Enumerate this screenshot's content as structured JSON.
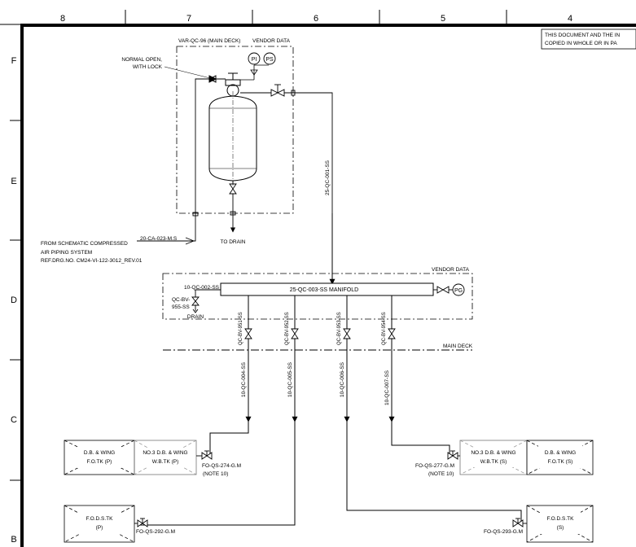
{
  "border": {
    "columns": [
      "8",
      "7",
      "6",
      "5",
      "4"
    ],
    "rows": [
      "F",
      "E",
      "D",
      "C",
      "B"
    ]
  },
  "title_note": {
    "line1": "THIS DOCUMENT AND THE IN",
    "line2": "COPIED IN WHOLE OR IN PA"
  },
  "receiver": {
    "tag": "VAR-QC-96 (MAIN DECK)",
    "vendor_label": "VENDOR DATA",
    "pi": "PI",
    "ps": "PS",
    "valve_note_line1": "NORMAL OPEN,",
    "valve_note_line2": "WITH LOCK",
    "drain_label": "TO DRAIN"
  },
  "supply": {
    "line1": "FROM SCHEMATIC COMPRESSED",
    "line2": "AIR PIPING SYSTEM",
    "line3": "REF.DRG.NO. CM24-VI-122-3012_REV.01",
    "pipe_tag": "20-CA-023-M.S"
  },
  "feed_line": "25-QC-001-SS",
  "manifold": {
    "label": "25-QC-003-SS MANIFOLD",
    "vendor_label": "VENDOR DATA",
    "drain_line": "10-QC-002-SS",
    "drain_valve_1": "QC-BV-",
    "drain_valve_2": "955-SS",
    "drain_label": "DRAIN",
    "pg": "PG"
  },
  "main_deck": "MAIN DECK",
  "branches": [
    {
      "valve": "QC-BV-951-SS",
      "line": "10-QC-004-SS"
    },
    {
      "valve": "QC-BV-952-SS",
      "line": "10-QC-005-SS"
    },
    {
      "valve": "QC-BV-953-SS",
      "line": "10-QC-006-SS"
    },
    {
      "valve": "QC-BV-954-SS",
      "line": "10-QC-007-SS"
    }
  ],
  "tanks": {
    "fo_p_1": "D.B. & WING",
    "fo_p_2": "F.O.TK (P)",
    "wb_p_1": "NO.3 D.B. & WING",
    "wb_p_2": "W.B.TK (P)",
    "wb_s_1": "NO.3 D.B. & WING",
    "wb_s_2": "W.B.TK (S)",
    "fo_s_1": "D.B. & WING",
    "fo_s_2": "F.O.TK (S)",
    "fods_p_1": "F.O.D.S.TK",
    "fods_p_2": "(P)",
    "fods_s_1": "F.O.D.S.TK",
    "fods_s_2": "(S)"
  },
  "valves": {
    "v274": "FO-QS-274-G.M",
    "v277": "FO-QS-277-G.M",
    "note10": "(NOTE 10)",
    "v292": "FO-QS-292-G.M",
    "v293": "FO-QS-293-G.M"
  }
}
